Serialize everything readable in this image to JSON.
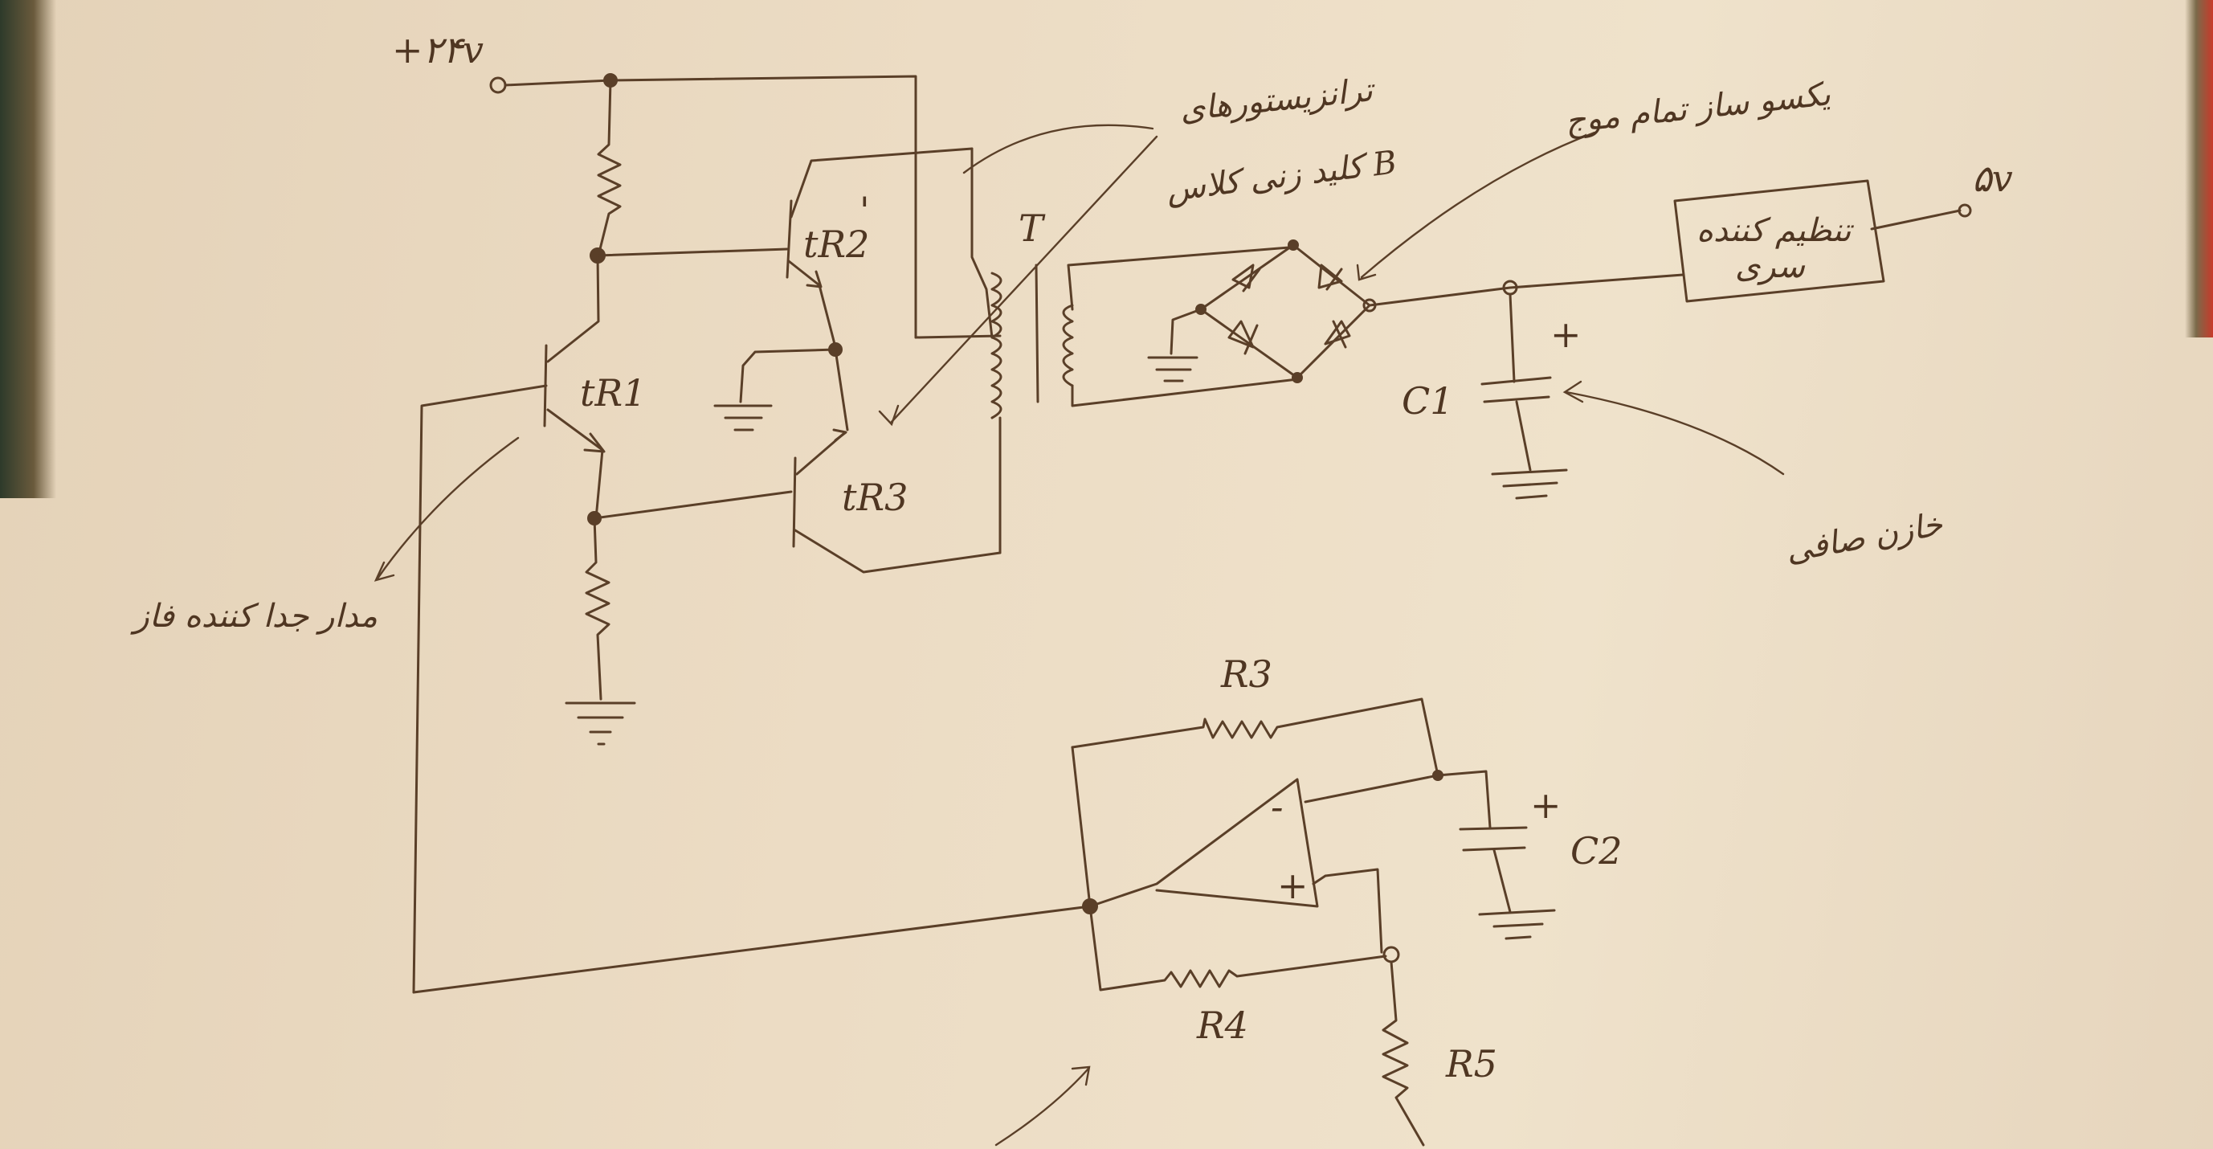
{
  "labels": {
    "vcc": "+۲۴v",
    "tr1": "tR1",
    "tr2": "tR2",
    "tr2_sup": "'",
    "tr3": "tR3",
    "transformer": "T",
    "c1": "C1",
    "c2": "C2",
    "r3": "R3",
    "r4": "R4",
    "r5": "R5",
    "plus_c1": "+",
    "plus_c2": "+",
    "opamp_minus": "-",
    "opamp_plus": "+",
    "out_voltage": "۵v",
    "note_regulator": "تنظیم کننده",
    "note_regulator_2": "سری",
    "note_transistor": "ترانزیستورهای",
    "note_class_b": "کلید زنی کلاس B",
    "note_bridge": "یکسو ساز تمام موج",
    "note_capacitor": "خازن صافی",
    "note_oscillator": "مدار جدا کننده فاز"
  }
}
